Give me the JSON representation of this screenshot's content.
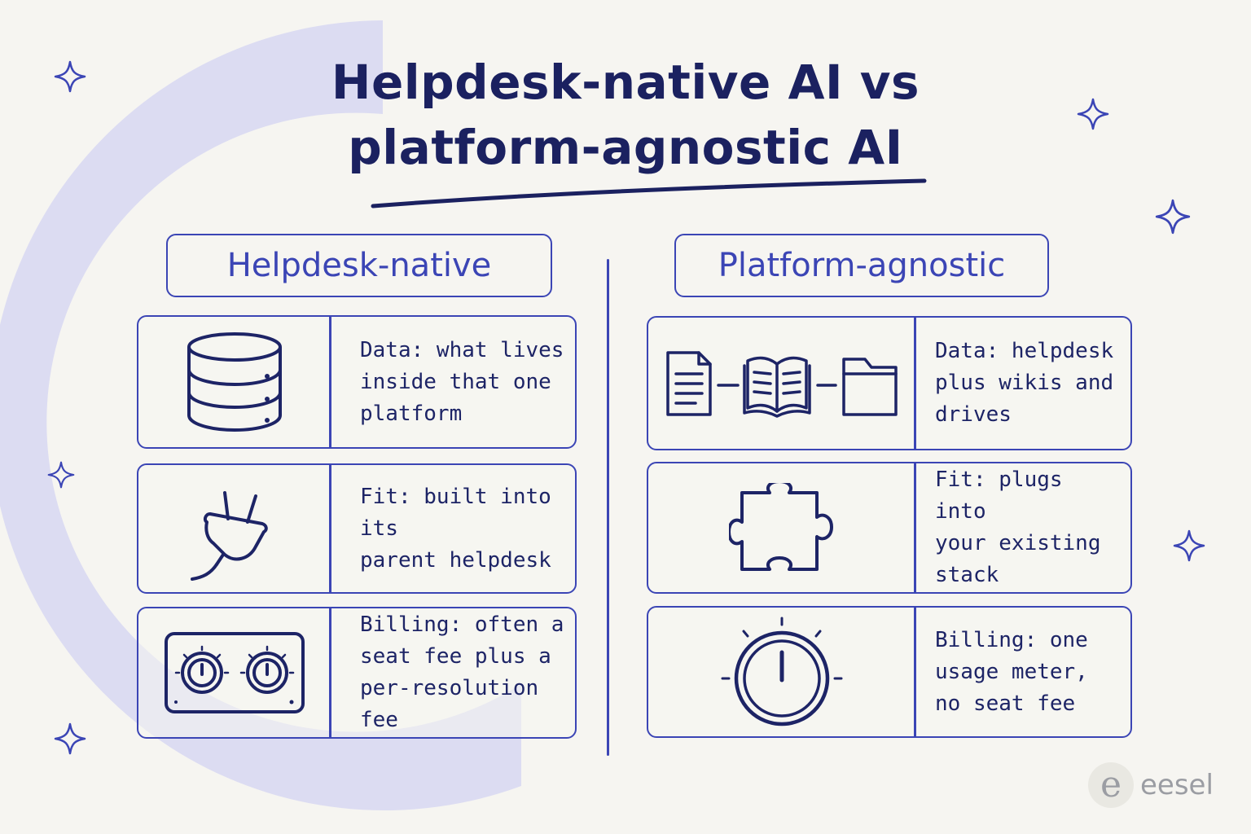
{
  "title": {
    "line1": "Helpdesk-native AI vs",
    "line2": "platform-agnostic AI"
  },
  "columns": [
    {
      "header": "Helpdesk-native",
      "rows": [
        {
          "icon": "database-icon",
          "lines": [
            "Data: what lives",
            "inside that one",
            "platform"
          ]
        },
        {
          "icon": "plug-icon",
          "lines": [
            "Fit: built into its",
            "parent helpdesk"
          ]
        },
        {
          "icon": "dual-dial-meter-icon",
          "lines": [
            "Billing: often a",
            "seat fee plus a",
            "per-resolution fee"
          ]
        }
      ]
    },
    {
      "header": "Platform-agnostic",
      "rows": [
        {
          "icon": "document-book-folder-icon",
          "lines": [
            "Data: helpdesk",
            "plus wikis and",
            "drives"
          ]
        },
        {
          "icon": "puzzle-piece-icon",
          "lines": [
            "Fit: plugs into",
            "your existing",
            "stack"
          ]
        },
        {
          "icon": "single-dial-meter-icon",
          "lines": [
            "Billing: one",
            "usage meter,",
            "no seat fee"
          ]
        }
      ]
    }
  ],
  "logo": {
    "mark": "e",
    "text": "eesel"
  },
  "colors": {
    "accent": "#3b45b5",
    "ink": "#1d2466",
    "background": "#f6f5f1",
    "arc": "#dcdcf2"
  }
}
